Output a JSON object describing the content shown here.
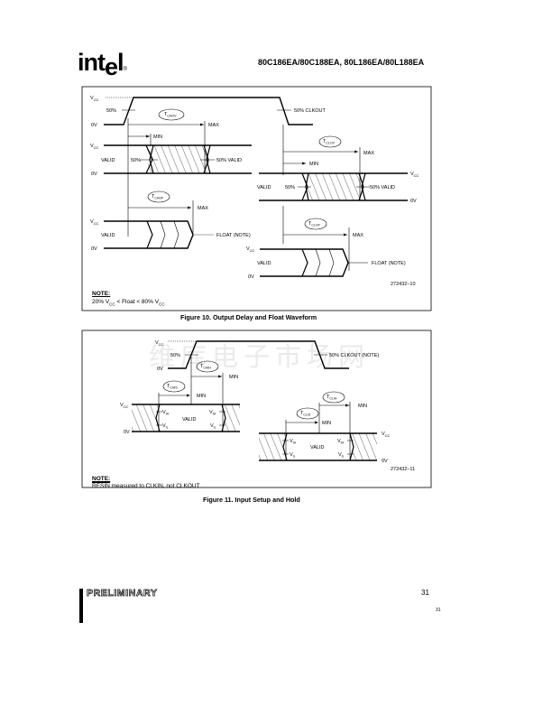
{
  "header": {
    "logo": "int",
    "logo_e": "e",
    "logo_l": "l",
    "logo_reg": "®",
    "title": "80C186EA/80C188EA, 80L186EA/80L188EA"
  },
  "common": {
    "v": "V",
    "cc": "CC",
    "zero_v": "0V",
    "ih": "IH",
    "il": "IL",
    "fifty": "50%",
    "valid": "VALID",
    "min": "MIN",
    "max": "MAX",
    "t": "T",
    "float_note": "FLOAT (NOTE)"
  },
  "figure10": {
    "clkout_label": "50% CLKOUT",
    "fifty_valid": "50%  VALID",
    "tchov": "CHOV",
    "tclov": "CLOV",
    "tchof": "CHOF",
    "tclof": "CLOF",
    "ref": "272432–10",
    "note_heading": "NOTE:",
    "note_a": "20% V",
    "note_b": "CC",
    "note_c": " < Float < 80% V",
    "note_d": "CC",
    "caption": "Figure 10. Output Delay and Float Waveform"
  },
  "figure11": {
    "clkout_label": "50%   CLKOUT (NOTE)",
    "tchih": "CHIH",
    "tchis": "CHIS",
    "tclih": "CLIH",
    "tclis": "CLIS",
    "ref": "272432–11",
    "note_heading": "NOTE:",
    "note_resin": "RESIN",
    "note_rest": " measured to CLKIN, not CLKOUT",
    "caption": "Figure 11. Input Setup and Hold"
  },
  "watermark": "维库电子市场网",
  "footer": {
    "preliminary": "PRELIMINARY",
    "page": "31",
    "page_small": "31"
  }
}
